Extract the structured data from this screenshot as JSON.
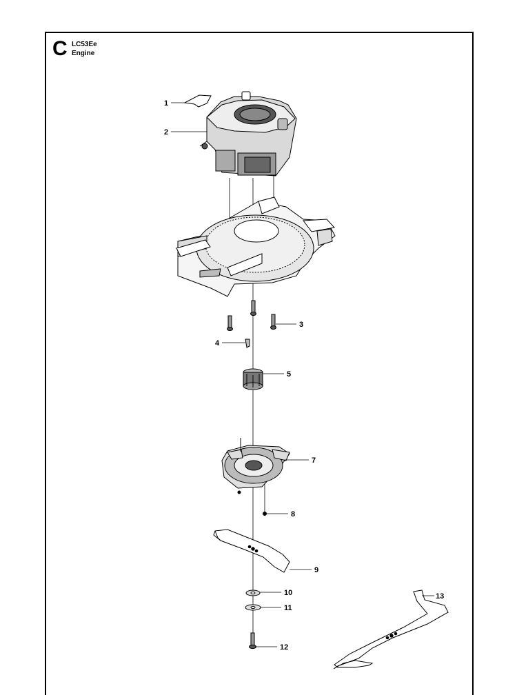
{
  "header": {
    "section_letter": "C",
    "model": "LC53Ee",
    "section_name": "Engine"
  },
  "callouts": [
    {
      "number": "1",
      "side": "left"
    },
    {
      "number": "2",
      "side": "left"
    },
    {
      "number": "3",
      "side": "right"
    },
    {
      "number": "4",
      "side": "left"
    },
    {
      "number": "5",
      "side": "right"
    },
    {
      "number": "7",
      "side": "right"
    },
    {
      "number": "8",
      "side": "right"
    },
    {
      "number": "9",
      "side": "right"
    },
    {
      "number": "10",
      "side": "right"
    },
    {
      "number": "11",
      "side": "right"
    },
    {
      "number": "12",
      "side": "right"
    },
    {
      "number": "13",
      "side": "right"
    }
  ],
  "colors": {
    "line": "#000000",
    "fill": "#ffffff",
    "shade": "#d9d9d9",
    "dark": "#555555"
  }
}
